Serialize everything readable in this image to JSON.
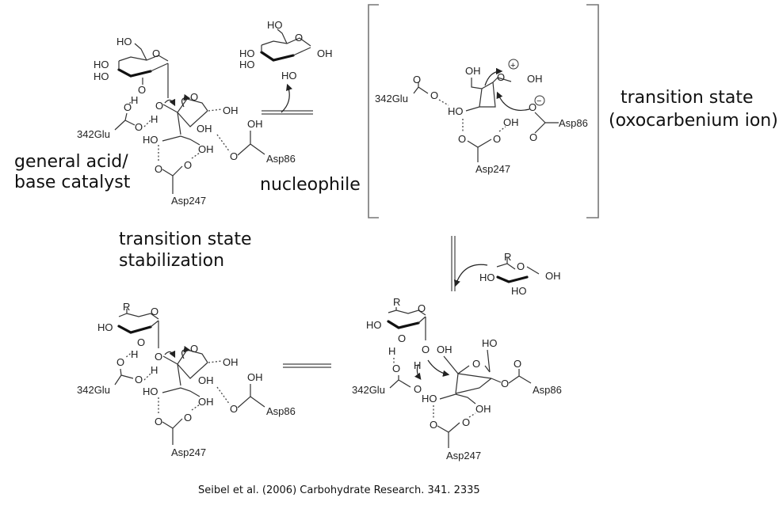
{
  "labels": {
    "general_acid": "general acid/",
    "base_catalyst": "base catalyst",
    "nucleophile": "nucleophile",
    "ts_stab_1": "transition state",
    "ts_stab_2": "stabilization",
    "ts_title_1": "transition state",
    "ts_title_2": "(oxocarbenium ion)"
  },
  "citation": "Seibel et al. (2006) Carbohydrate Research. 341. 2335",
  "atoms": {
    "HO": "HO",
    "OH": "OH",
    "O": "O",
    "H": "H",
    "R": "R",
    "glu": "342Glu",
    "asp86": "Asp86",
    "asp247": "Asp247",
    "plus": "+",
    "minus": "−"
  },
  "colors": {
    "text": "#111111",
    "bracket": "#777777",
    "bond": "#333333"
  }
}
